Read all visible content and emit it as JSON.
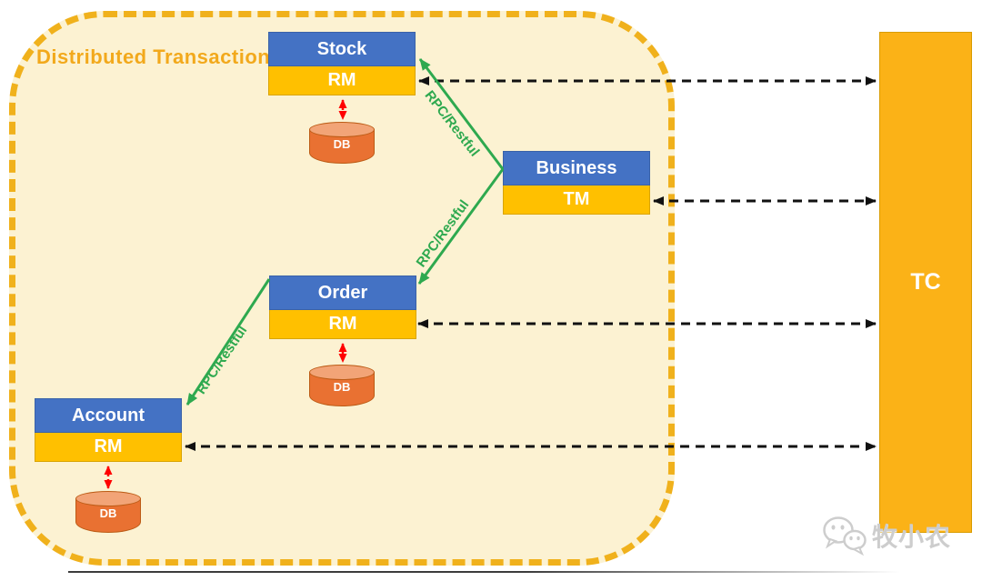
{
  "diagram": {
    "title": "Distributed Transaction",
    "services": [
      {
        "name": "Stock",
        "role": "RM",
        "db": "DB"
      },
      {
        "name": "Business",
        "role": "TM"
      },
      {
        "name": "Order",
        "role": "RM",
        "db": "DB"
      },
      {
        "name": "Account",
        "role": "RM",
        "db": "DB"
      }
    ],
    "coordinator": {
      "label": "TC"
    },
    "edges": {
      "rpc_label": "RPC/Restful"
    },
    "colors": {
      "service_header_blue": "#4472C4",
      "resource_manager_yellow": "#FFC000",
      "coordinator_yellow": "#FBB217",
      "database_orange": "#E97132",
      "boundary_dash_gold": "#F0B11C",
      "boundary_fill_cream": "#FCF2D2",
      "rpc_arrow_green": "#2EA94F",
      "db_arrow_red": "#FF0000",
      "tc_arrow_black": "#111111",
      "title_gold": "#F2A91C"
    },
    "watermark": {
      "icon": "wechat-icon",
      "text": "牧小农"
    }
  }
}
